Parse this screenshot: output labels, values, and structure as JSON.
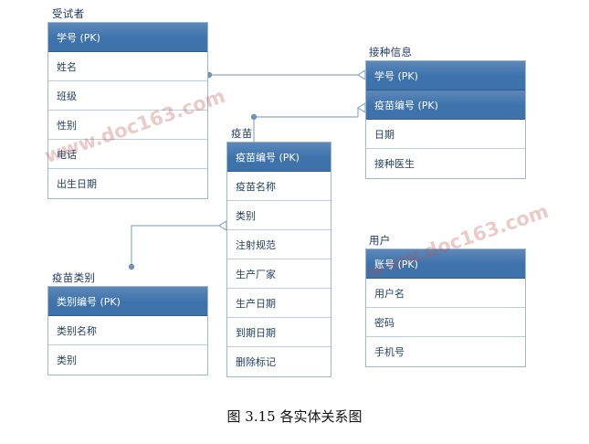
{
  "caption": "图 3.15  各实体关系图",
  "watermark": {
    "text": "www.doc163.com"
  },
  "colors": {
    "header_fill": "#3d72ab",
    "body_fill": "#ffffff",
    "border": "#9fb6cd",
    "title_text": "#1f3864",
    "connector": "#8fa9c4",
    "watermark": "#be5050"
  },
  "entities": [
    {
      "id": "subject",
      "title": "受试者",
      "attributes": [
        {
          "label": "学号 (PK)",
          "pk": true
        },
        {
          "label": "姓名",
          "pk": false
        },
        {
          "label": "班级",
          "pk": false
        },
        {
          "label": "性别",
          "pk": false
        },
        {
          "label": "电话",
          "pk": false
        },
        {
          "label": "出生日期",
          "pk": false
        }
      ]
    },
    {
      "id": "vaccination-info",
      "title": "接种信息",
      "attributes": [
        {
          "label": "学号 (PK)",
          "pk": true
        },
        {
          "label": "疫苗编号 (PK)",
          "pk": true
        },
        {
          "label": "日期",
          "pk": false
        },
        {
          "label": "接种医生",
          "pk": false
        }
      ]
    },
    {
      "id": "vaccine",
      "title": "疫苗",
      "attributes": [
        {
          "label": "疫苗编号 (PK)",
          "pk": true
        },
        {
          "label": "疫苗名称",
          "pk": false
        },
        {
          "label": "类别",
          "pk": false
        },
        {
          "label": "注射规范",
          "pk": false
        },
        {
          "label": "生产厂家",
          "pk": false
        },
        {
          "label": "生产日期",
          "pk": false
        },
        {
          "label": "到期日期",
          "pk": false
        },
        {
          "label": "删除标记",
          "pk": false
        }
      ]
    },
    {
      "id": "vaccine-category",
      "title": "疫苗类别",
      "attributes": [
        {
          "label": "类别编号 (PK)",
          "pk": true
        },
        {
          "label": "类别名称",
          "pk": false
        },
        {
          "label": "类别",
          "pk": false
        }
      ]
    },
    {
      "id": "user",
      "title": "用户",
      "attributes": [
        {
          "label": "账号 (PK)",
          "pk": true
        },
        {
          "label": "用户名",
          "pk": false
        },
        {
          "label": "密码",
          "pk": false
        },
        {
          "label": "手机号",
          "pk": false
        }
      ]
    }
  ],
  "relationships": [
    {
      "from": "subject",
      "to": "vaccination-info",
      "type": "one-to-many"
    },
    {
      "from": "vaccine",
      "to": "vaccination-info",
      "type": "one-to-many"
    },
    {
      "from": "vaccine-category",
      "to": "vaccine",
      "type": "one-to-many"
    }
  ]
}
